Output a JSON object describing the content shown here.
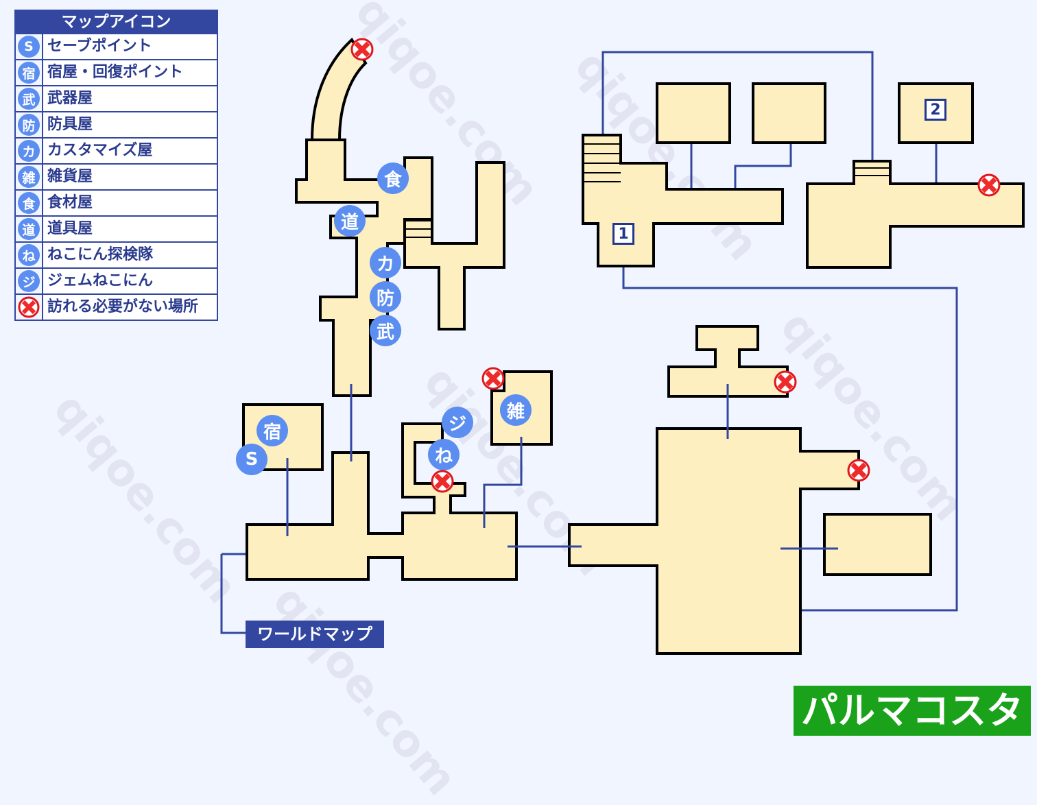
{
  "watermark": "qiqoe.com",
  "legend": {
    "title": "マップアイコン",
    "items": [
      {
        "icon": "S",
        "label": "セーブポイント"
      },
      {
        "icon": "宿",
        "label": "宿屋・回復ポイント"
      },
      {
        "icon": "武",
        "label": "武器屋"
      },
      {
        "icon": "防",
        "label": "防具屋"
      },
      {
        "icon": "カ",
        "label": "カスタマイズ屋"
      },
      {
        "icon": "雑",
        "label": "雑貨屋"
      },
      {
        "icon": "食",
        "label": "食材屋"
      },
      {
        "icon": "道",
        "label": "道具屋"
      },
      {
        "icon": "ね",
        "label": "ねこにん探検隊"
      },
      {
        "icon": "ジ",
        "label": "ジェムねこにん"
      },
      {
        "icon": "x",
        "label": "訪れる必要がない場所"
      }
    ]
  },
  "markers": {
    "food": "食",
    "tool": "道",
    "custom": "カ",
    "armor": "防",
    "weapon": "武",
    "inn": "宿",
    "save": "S",
    "gem": "ジ",
    "neko": "ね",
    "goods": "雑"
  },
  "doors": {
    "one": "1",
    "two": "2"
  },
  "world_map_label": "ワールドマップ",
  "area_title": "パルマコスタ",
  "colors": {
    "accent": "#3347a0",
    "marker": "#5b8ef0",
    "room": "#fdefc0",
    "title_bg": "#1aa31a"
  }
}
